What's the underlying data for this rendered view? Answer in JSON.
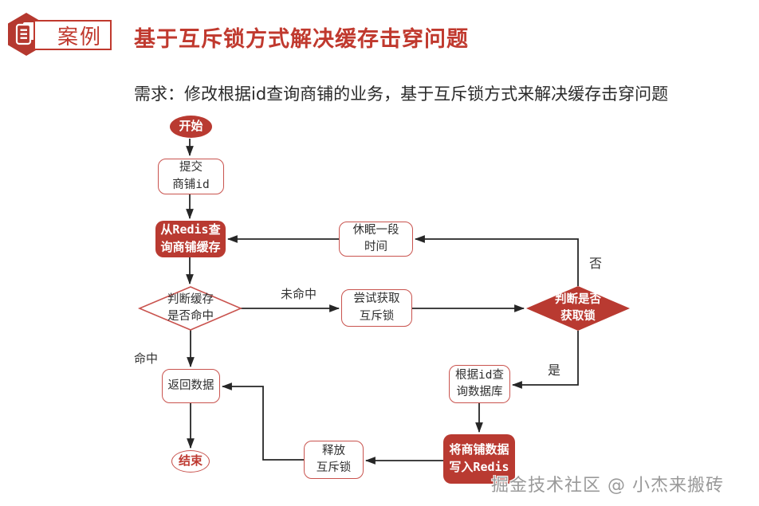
{
  "header": {
    "badge_label": "案例",
    "title": "基于互斥锁方式解决缓存击穿问题"
  },
  "requirement": "需求：修改根据id查询商铺的业务，基于互斥锁方式来解决缓存击穿问题",
  "flowchart": {
    "nodes": {
      "start": {
        "label": "开始",
        "type": "terminator"
      },
      "submit": {
        "label": "提交\n商铺id",
        "type": "process"
      },
      "query_cache": {
        "label": "从Redis查\n询商铺缓存",
        "type": "process-highlight"
      },
      "cache_hit": {
        "label": "判断缓存\n是否命中",
        "type": "decision"
      },
      "sleep": {
        "label": "休眠一段\n时间",
        "type": "process"
      },
      "try_lock": {
        "label": "尝试获取\n互斥锁",
        "type": "process"
      },
      "got_lock": {
        "label": "判断是否\n获取锁",
        "type": "decision-highlight"
      },
      "query_db": {
        "label": "根据id查\n询数据库",
        "type": "process"
      },
      "write_redis": {
        "label": "将商铺数据\n写入Redis",
        "type": "process-highlight"
      },
      "release_lock": {
        "label": "释放\n互斥锁",
        "type": "process"
      },
      "return_data": {
        "label": "返回数据",
        "type": "process"
      },
      "end": {
        "label": "结束",
        "type": "terminator-outline"
      }
    },
    "edge_labels": {
      "miss": "未命中",
      "hit": "命中",
      "no": "否",
      "yes": "是"
    }
  },
  "colors": {
    "brand_red": "#B93A31",
    "node_border_red": "#C9534E",
    "line_dark": "#262626",
    "text_dark": "#2F2F2F",
    "watermark_gray": "#9A9A9A"
  },
  "watermark": "掘金技术社区 @ 小杰来搬砖"
}
